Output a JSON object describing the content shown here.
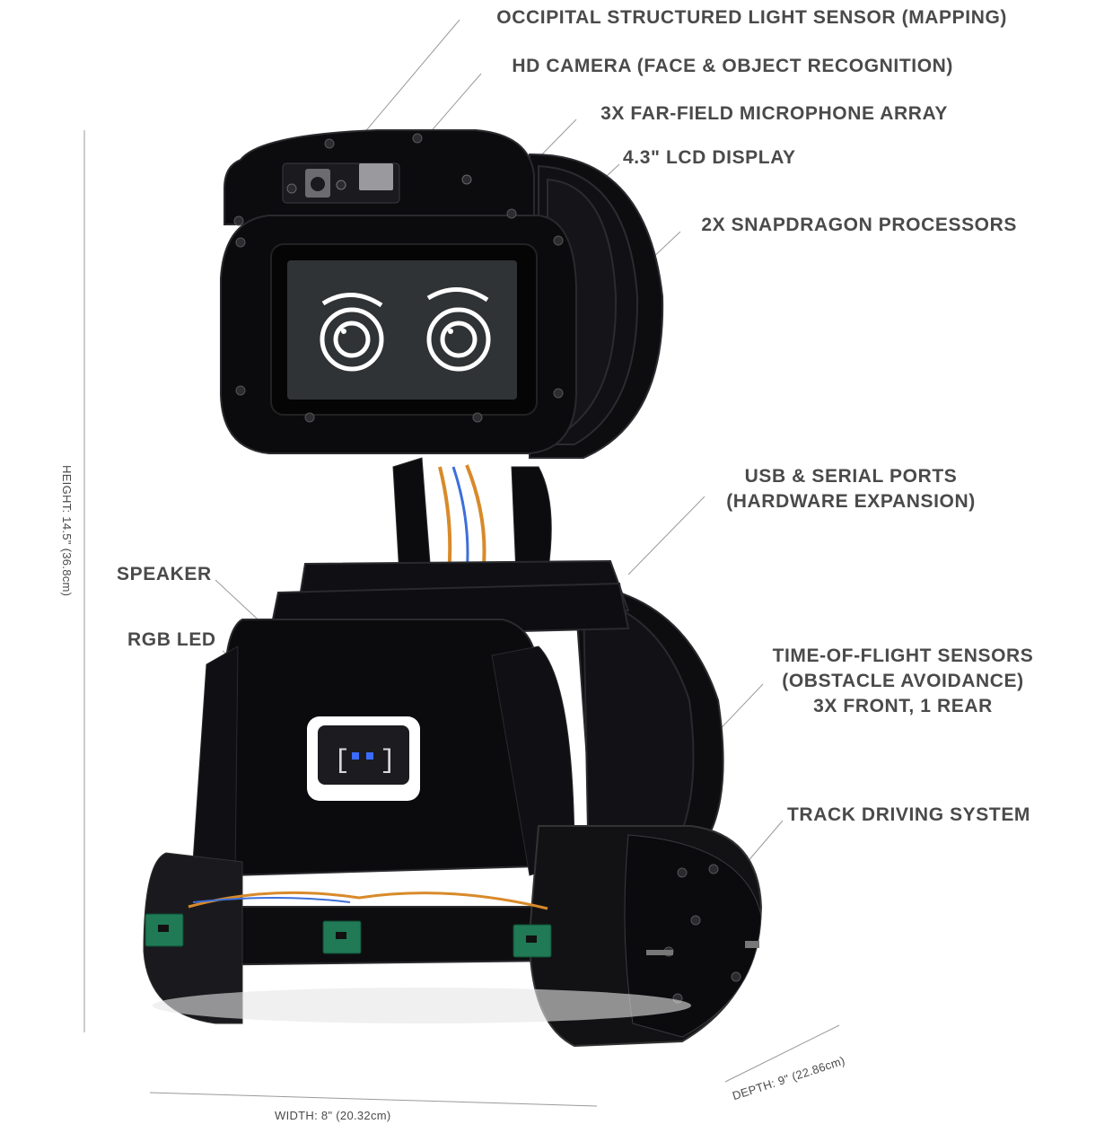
{
  "callouts": {
    "occipital": "OCCIPITAL STRUCTURED LIGHT SENSOR (MAPPING)",
    "hd_camera": "HD CAMERA (FACE & OBJECT RECOGNITION)",
    "mic_array": "3X FAR-FIELD MICROPHONE ARRAY",
    "lcd": "4.3\" LCD DISPLAY",
    "snapdragon": "2X SNAPDRAGON PROCESSORS",
    "usb_line1": "USB & SERIAL PORTS",
    "usb_line2": "(HARDWARE EXPANSION)",
    "speaker": "SPEAKER",
    "rgb_led": "RGB LED",
    "tof_line1": "TIME-OF-FLIGHT SENSORS",
    "tof_line2": "(OBSTACLE AVOIDANCE)",
    "tof_line3": "3X FRONT, 1 REAR",
    "track": "TRACK DRIVING SYSTEM"
  },
  "dimensions": {
    "height": "HEIGHT: 14.5\" (36.8cm)",
    "width": "WIDTH: 8\" (20.32cm)",
    "depth": "DEPTH: 9\" (22.86cm)"
  },
  "colors": {
    "label_text": "#4a4a4a",
    "leader_line": "#9a9a9a",
    "robot_body": "#0c0c0f",
    "screen": "#2f3336",
    "eyes": "#ffffff",
    "led_frame": "#ffffff",
    "led_dots": "#3a6cff",
    "sensor_board": "#1f7a55"
  }
}
